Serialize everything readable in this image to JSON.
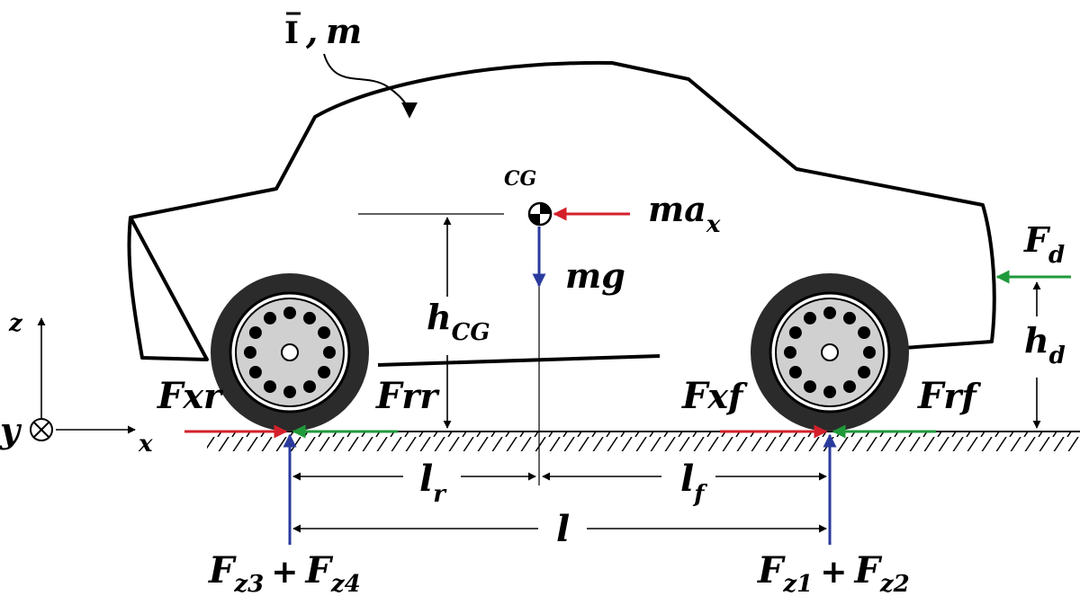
{
  "inertia_label": {
    "symbol": "I",
    "separator": ",",
    "mass": "m"
  },
  "cg_label": "CG",
  "inertial_force": {
    "base": "ma",
    "sub": "x"
  },
  "weight_label": "mg",
  "cg_height": {
    "base": "h",
    "sub": "CG"
  },
  "drag_force": {
    "base": "F",
    "sub": "d"
  },
  "drag_height": {
    "base": "h",
    "sub": "d"
  },
  "rear_traction": {
    "base": "F",
    "sub": "xr"
  },
  "rear_rolling": {
    "base": "F",
    "sub": "rr"
  },
  "front_traction": {
    "base": "F",
    "sub": "xf"
  },
  "front_rolling": {
    "base": "F",
    "sub": "rf"
  },
  "rear_dist": {
    "base": "l",
    "sub": "r"
  },
  "front_dist": {
    "base": "l",
    "sub": "f"
  },
  "wheelbase": "l",
  "rear_normal": {
    "f1": "F",
    "s1": "z3",
    "plus": "+",
    "f2": "F",
    "s2": "z4"
  },
  "front_normal": {
    "f1": "F",
    "s1": "z1",
    "plus": "+",
    "f2": "F",
    "s2": "z2"
  },
  "axes": {
    "x": "x",
    "y": "y",
    "z": "z"
  },
  "colors": {
    "red": "#d4202b",
    "green": "#1f9a3a",
    "blue": "#2a3b9e",
    "black": "#000000"
  }
}
